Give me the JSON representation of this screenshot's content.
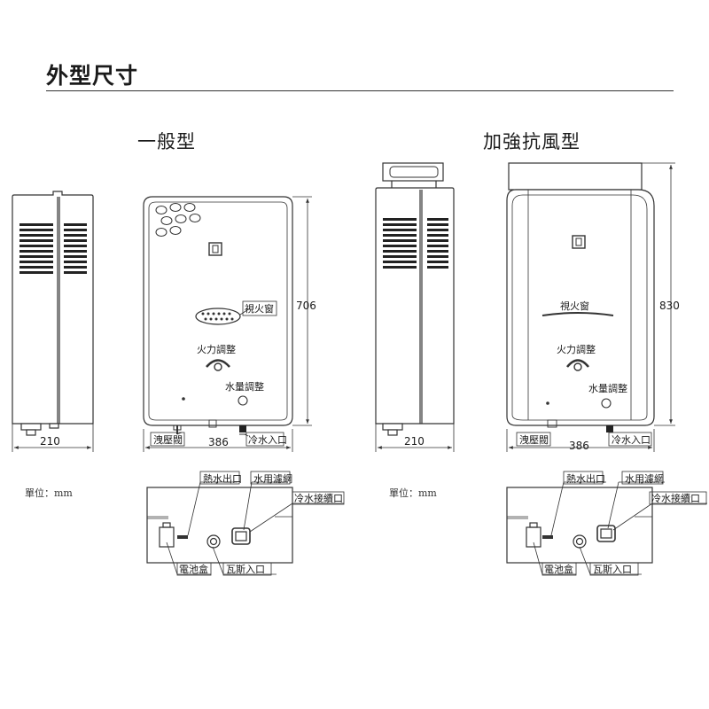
{
  "title": "外型尺寸",
  "models": {
    "standard": {
      "title": "一般型",
      "side_width": "210",
      "front_width": "386",
      "height": "706",
      "labels": {
        "view_window": "視火窗",
        "fire_adjust": "火力調整",
        "water_adjust": "水量調整",
        "drain_valve": "洩壓閥",
        "cold_water_inlet": "冷水入口"
      },
      "bottom_labels": {
        "hot_water_outlet": "熱水出口",
        "water_filter": "水用濾網",
        "cold_water_connector": "冷水接續口",
        "battery_box": "電池盒",
        "gas_inlet": "瓦斯入口"
      },
      "unit_note": "單位：mm"
    },
    "windproof": {
      "title": "加強抗風型",
      "side_width": "210",
      "front_width": "386",
      "height": "830",
      "labels": {
        "view_window": "視火窗",
        "fire_adjust": "火力調整",
        "water_adjust": "水量調整",
        "drain_valve": "洩壓閥",
        "cold_water_inlet": "冷水入口"
      },
      "bottom_labels": {
        "hot_water_outlet": "熱水出口",
        "water_filter": "水用濾網",
        "cold_water_connector": "冷水接續口",
        "battery_box": "電池盒",
        "gas_inlet": "瓦斯入口"
      },
      "unit_note": "單位：mm"
    }
  },
  "colors": {
    "line": "#333333",
    "panel_fill": "#ffffff",
    "vent_fill": "#222222"
  }
}
